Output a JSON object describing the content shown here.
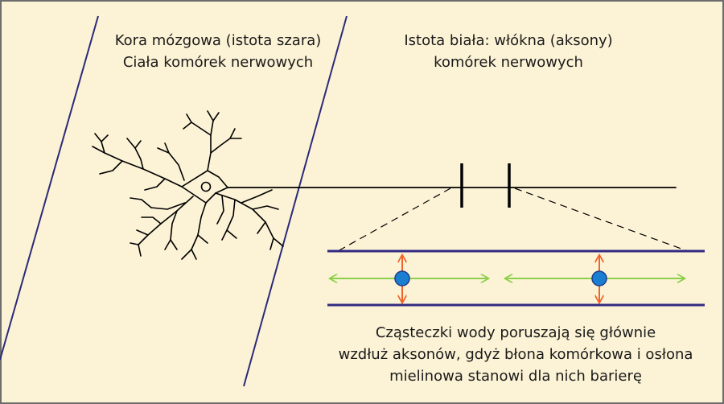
{
  "labels": {
    "cortex_line1": "Kora mózgowa (istota szara)",
    "cortex_line2": "Ciała komórek nerwowych",
    "white_line1": "Istota biała: włókna (aksony)",
    "white_line2": "komórek nerwowych",
    "caption_line1": "Cząsteczki wody poruszają się głównie",
    "caption_line2": "wzdłuż aksonów, gdyż błona komórkowa i osłona",
    "caption_line3": "mielinowa stanowi dla nich barierę"
  },
  "colors": {
    "background": "#fcf3d6",
    "frame_border": "#6d6d6d",
    "boundary_lines": "#2b2a7a",
    "membrane_lines": "#322a82",
    "neuron": "#000000",
    "parallel_arrows": "#8ccf4a",
    "perpendicular_arrows": "#f0642b",
    "molecule_fill": "#1a7fd0",
    "molecule_stroke": "#1d3c8a"
  },
  "icons": {
    "neuron": "neuron-icon",
    "water_molecule": "water-molecule-icon"
  }
}
